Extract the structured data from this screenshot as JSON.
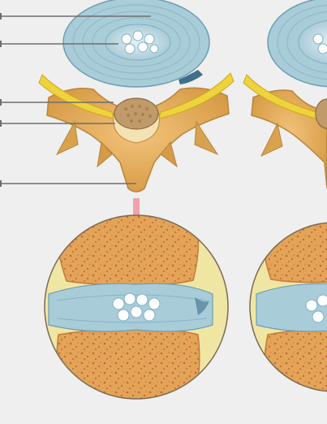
{
  "figure": {
    "type": "anatomical-illustration",
    "subject_icons": [
      "vertebra-top-view",
      "intervertebral-disc",
      "spinal-cord",
      "sectional-magnifier"
    ],
    "label_leader_count": 5,
    "colors": {
      "background": "#efefef",
      "disc": "#a9ccd9",
      "disc_ring": "#7fb0c4",
      "nucleus": "#dfeef3",
      "bone": "#e0a95a",
      "bone_dark": "#b8843b",
      "bone_speckle": "#c4683c",
      "nerve": "#efd33c",
      "cord": "#c4a070",
      "cartilage": "#f0e6a4",
      "arrow": "#e0304a",
      "leader": "#6e6e6e"
    }
  }
}
